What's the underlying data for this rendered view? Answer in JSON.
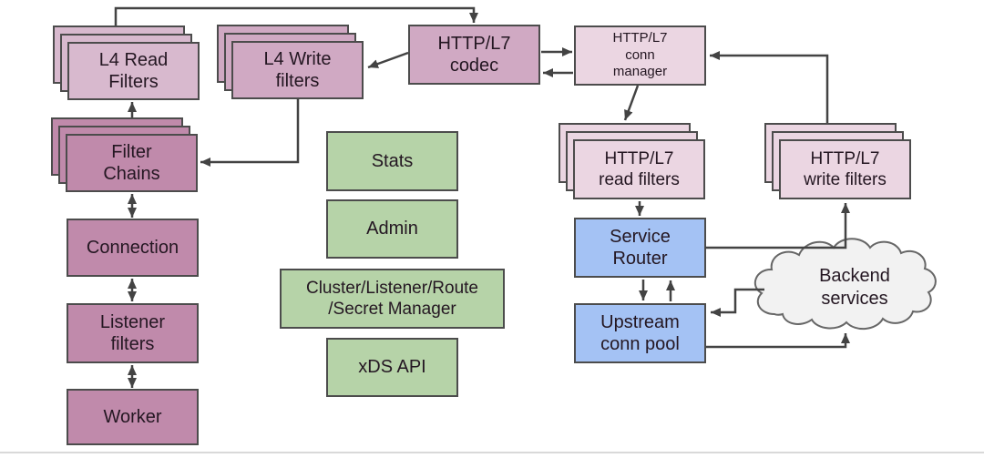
{
  "diagram": {
    "subject": "proxy-architecture-diagram"
  },
  "colors": {
    "pink_lightest": "#ebd6e2",
    "pink_light": "#d8b9ce",
    "pink_mid": "#d0a9c3",
    "pink_dark": "#c08aab",
    "green": "#b6d3a8",
    "blue": "#a4c2f4",
    "cloud_fill": "#f2f2f2",
    "cloud_border": "#666666",
    "border": "#4c4c4c",
    "arrow": "#434343",
    "text": "#241722",
    "divider": "#d9d9d9"
  },
  "nodes": {
    "l4_read_filters": {
      "label": "L4 Read\nFilters",
      "stacked": true
    },
    "l4_write_filters": {
      "label": "L4 Write\nfilters",
      "stacked": true
    },
    "filter_chains": {
      "label": "Filter\nChains",
      "stacked": true
    },
    "connection": {
      "label": "Connection"
    },
    "listener_filters": {
      "label": "Listener\nfilters"
    },
    "worker": {
      "label": "Worker"
    },
    "stats": {
      "label": "Stats"
    },
    "admin": {
      "label": "Admin"
    },
    "cluster_manager": {
      "label": "Cluster/Listener/Route\n/Secret Manager"
    },
    "xds_api": {
      "label": "xDS API"
    },
    "http_codec": {
      "label": "HTTP/L7\ncodec"
    },
    "http_conn_manager": {
      "label": "HTTP/L7\nconn\nmanager"
    },
    "http_read_filters": {
      "label": "HTTP/L7\nread filters",
      "stacked": true
    },
    "http_write_filters": {
      "label": "HTTP/L7\nwrite filters",
      "stacked": true
    },
    "service_router": {
      "label": "Service\nRouter"
    },
    "upstream_conn_pool": {
      "label": "Upstream\nconn pool"
    },
    "backend_services": {
      "label": "Backend\nservices"
    }
  },
  "edges": [
    {
      "from": "l4_read_filters",
      "to": "http_codec"
    },
    {
      "from": "http_codec",
      "to": "l4_write_filters"
    },
    {
      "from": "l4_write_filters",
      "to": "filter_chains"
    },
    {
      "from": "filter_chains",
      "to": "l4_read_filters"
    },
    {
      "from": "filter_chains",
      "to": "connection",
      "bidirectional": true
    },
    {
      "from": "connection",
      "to": "listener_filters",
      "bidirectional": true
    },
    {
      "from": "listener_filters",
      "to": "worker",
      "bidirectional": true
    },
    {
      "from": "http_codec",
      "to": "http_conn_manager"
    },
    {
      "from": "http_conn_manager",
      "to": "http_codec"
    },
    {
      "from": "http_conn_manager",
      "to": "http_read_filters"
    },
    {
      "from": "http_write_filters",
      "to": "http_conn_manager"
    },
    {
      "from": "http_read_filters",
      "to": "service_router"
    },
    {
      "from": "service_router",
      "to": "http_write_filters"
    },
    {
      "from": "service_router",
      "to": "upstream_conn_pool"
    },
    {
      "from": "upstream_conn_pool",
      "to": "service_router"
    },
    {
      "from": "backend_services",
      "to": "upstream_conn_pool"
    },
    {
      "from": "upstream_conn_pool",
      "to": "backend_services"
    }
  ]
}
